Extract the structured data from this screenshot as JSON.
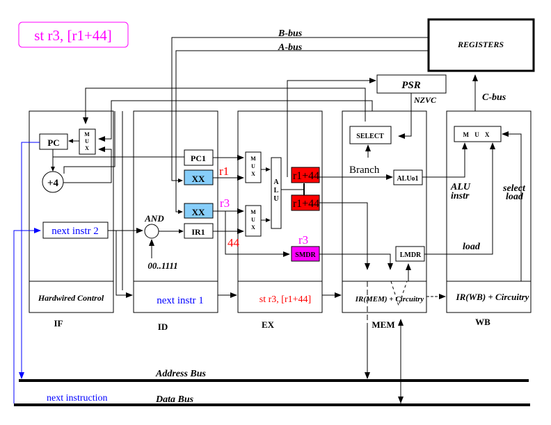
{
  "instruction_label": "st r3, [r1+44]",
  "colors": {
    "magenta": "#ff00ff",
    "red": "#ff0000",
    "blue": "#0000ff",
    "light_blue": "#87cefa",
    "register_red": "#ff0000",
    "smdr_magenta": "#ff00ff"
  },
  "buses": {
    "b_bus": "B-bus",
    "a_bus": "A-bus",
    "c_bus": "C-bus",
    "address_bus": "Address Bus",
    "data_bus": "Data Bus",
    "next_instruction": "next instruction"
  },
  "registers_block": "REGISTERS",
  "psr": {
    "label": "PSR",
    "flags": "NZVC"
  },
  "stages": [
    {
      "name": "IF",
      "control": "Hardwired Control"
    },
    {
      "name": "ID",
      "control": "next instr 1"
    },
    {
      "name": "EX",
      "control": "st r3, [r1+44]"
    },
    {
      "name": "MEM",
      "control": "IR(MEM) + Circuitry"
    },
    {
      "name": "WB",
      "control": "IR(WB) + Circuitry"
    }
  ],
  "if_stage": {
    "pc": "PC",
    "mux": "M U X",
    "plus4": "+4",
    "next_instr": "next instr 2"
  },
  "id_stage": {
    "pc1": "PC1",
    "xx1": "XX",
    "xx2": "XX",
    "ir1": "IR1",
    "and": "AND",
    "mask": "00..1111"
  },
  "ex_stage": {
    "mux": "M U X",
    "alu": "A L U",
    "res1": "r1+44",
    "res2": "r1+44",
    "smdr": "SMDR",
    "r1": "r1",
    "r3a": "r3",
    "r3b": "r3",
    "imm": "44"
  },
  "mem_stage": {
    "select": "SELECT",
    "branch": "Branch",
    "aluo1": "ALUo1",
    "lmdr": "LMDR"
  },
  "wb_stage": {
    "mux": "M U X",
    "alu_instr_1": "ALU",
    "alu_instr_2": "instr",
    "select_load_1": "select",
    "select_load_2": "load",
    "load": "load"
  }
}
